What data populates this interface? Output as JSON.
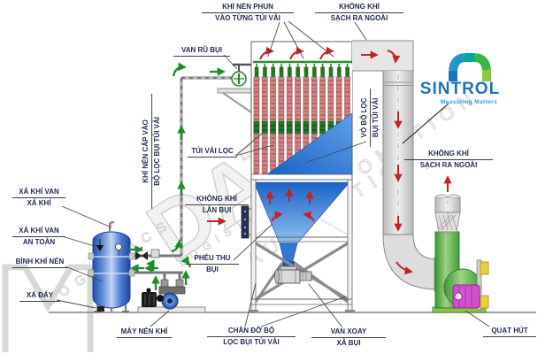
{
  "title": "Bag filter dust collector system diagram",
  "brand": {
    "name": "SINTROL",
    "tagline": "Measuring Matters"
  },
  "watermark": {
    "big": "DAT",
    "word_a": "AUTOMATION",
    "word_b": "LOGISTICS"
  },
  "labels": {
    "pulse_air": {
      "line1": "KHÍ NÉN PHUN",
      "line2": "VÀO TỪNG TÚI VẢI"
    },
    "clean_air_top": {
      "line1": "KHÔNG KHÍ",
      "line2": "SẠCH RA NGOÀI"
    },
    "shake_valve": {
      "line1": "VAN RŨ BỤI"
    },
    "air_supply": {
      "line1": "KHÍ NÉN CẤP VÀO",
      "line2": "BỘ LỌC BỤI TÚI VẢI"
    },
    "filter_bag": {
      "line1": "TÚI VẢI LỌC"
    },
    "housing": {
      "line1": "VỎ BỘ LỌC",
      "line2": "BỤI TÚI VẢI"
    },
    "dusty_air": {
      "line1": "KHÔNG KHÍ",
      "line2": "LẪN BỤI"
    },
    "clean_air_out": {
      "line1": "KHÔNG KHÍ",
      "line2": "SẠCH RA NGOÀI"
    },
    "vent_valve": {
      "line1": "XẢ KHÍ VAN",
      "line2": "XẢ KHÍ"
    },
    "safety_valve": {
      "line1": "XẢ KHÍ VAN",
      "line2": "AN TOÀN"
    },
    "air_tank": {
      "line1": "BÌNH KHÍ NÉN"
    },
    "drain": {
      "line1": "XẢ ĐÁY"
    },
    "compressor": {
      "line1": "MÁY NÉN KHÍ"
    },
    "hopper": {
      "line1": "PHỄU THU",
      "line2": "BỤI"
    },
    "legs": {
      "line1": "CHÂN ĐỠ BỘ",
      "line2": "LỌC BỤI TÚI VẢI"
    },
    "rotary_valve": {
      "line1": "VAN XOAY",
      "line2": "XẢ BỤI"
    },
    "fan": {
      "line1": "QUẠT HÚT"
    }
  },
  "colors": {
    "label-navy": "#1e2b52",
    "arrow-red": "#c62222",
    "arrow-green": "#1f8c28",
    "bag-pink": "#d08484",
    "hopper-blue": "#2c72cf",
    "fan-green": "#52a844",
    "motor-magenta": "#d24fd2",
    "logo-blue": "#1a75bc",
    "logo-teal": "#2aa0d8"
  }
}
